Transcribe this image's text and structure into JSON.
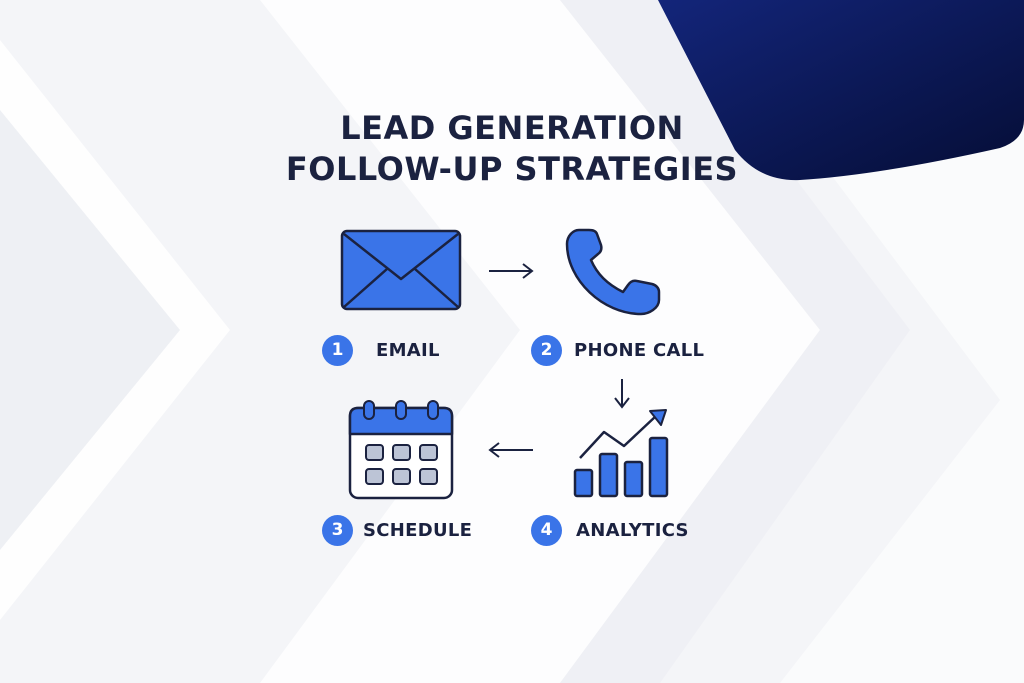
{
  "title": {
    "line1": "LEAD GENERATION",
    "line2": "FOLLOW-UP STRATEGIES"
  },
  "colors": {
    "accent": "#3a74e8",
    "outline": "#1b2240",
    "navy": "#0b1850",
    "background": "#f4f5f8"
  },
  "steps": [
    {
      "number": "1",
      "label": "EMAIL",
      "icon": "envelope-icon"
    },
    {
      "number": "2",
      "label": "PHONE CALL",
      "icon": "phone-icon"
    },
    {
      "number": "3",
      "label": "SCHEDULE",
      "icon": "calendar-icon"
    },
    {
      "number": "4",
      "label": "ANALYTICS",
      "icon": "bar-chart-icon"
    }
  ],
  "flow": [
    "EMAIL",
    "PHONE CALL",
    "ANALYTICS",
    "SCHEDULE"
  ]
}
